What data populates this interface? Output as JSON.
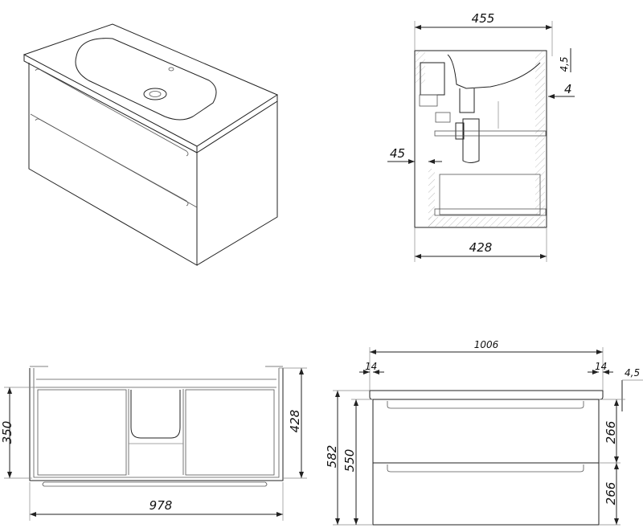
{
  "views": {
    "isometric": {},
    "side": {
      "dims": {
        "width_top": "455",
        "width_bottom": "428",
        "offset_left": "45",
        "top_thickness": "4,5",
        "gap": "4"
      }
    },
    "front_section": {
      "dims": {
        "width": "978",
        "inner_height": "350",
        "height": "428"
      }
    },
    "front": {
      "dims": {
        "top_width": "1006",
        "overhang_left": "14",
        "overhang_right": "14",
        "top_thickness": "4,5",
        "total_height": "582",
        "cabinet_height": "550",
        "drawer_upper": "266",
        "drawer_lower": "266"
      }
    }
  }
}
